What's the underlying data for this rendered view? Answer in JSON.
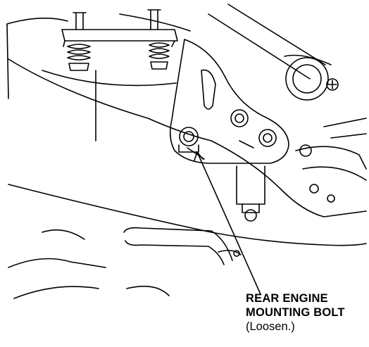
{
  "callout": {
    "title_line1": "REAR ENGINE",
    "title_line2": "MOUNTING BOLT",
    "instruction": "(Loosen.)"
  },
  "colors": {
    "ink": "#000000",
    "paper": "#ffffff"
  }
}
